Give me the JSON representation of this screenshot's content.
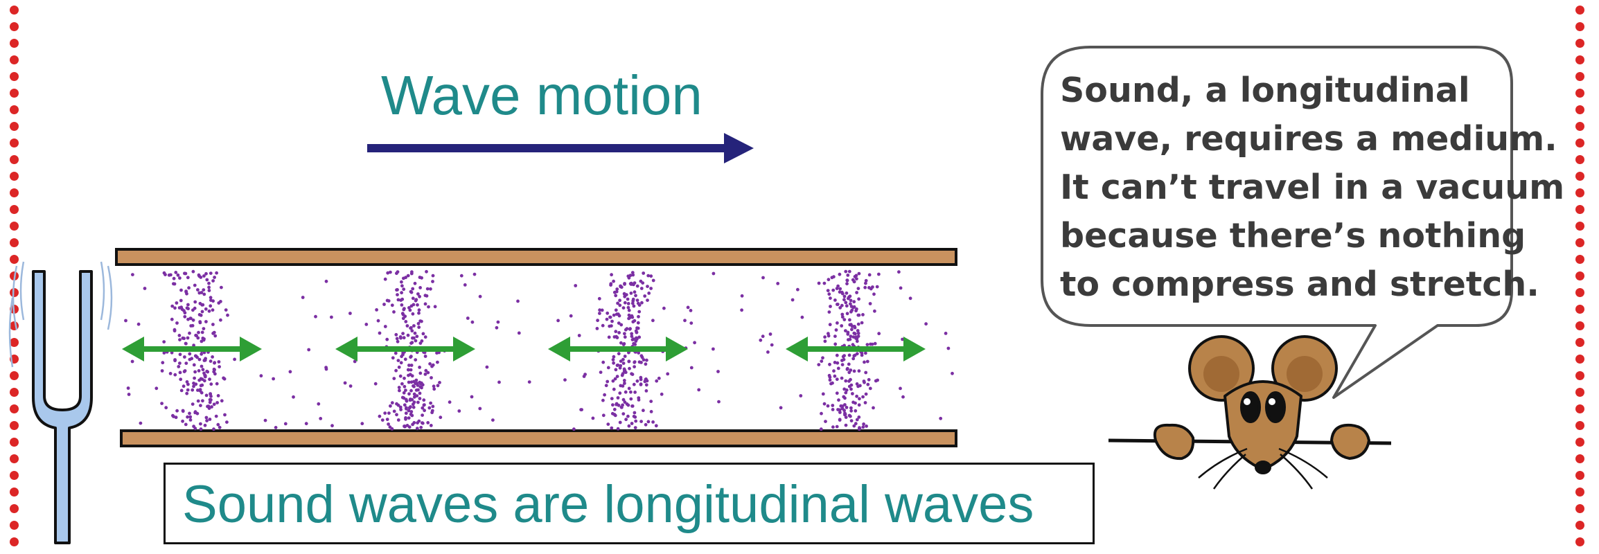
{
  "diagram": {
    "title": "Wave motion",
    "caption": "Sound waves are longitudinal waves",
    "speech_bubble": {
      "lines": [
        "Sound, a longitudinal",
        "wave, requires a medium.",
        "It can’t travel in a vacuum",
        "because there’s nothing",
        "to compress and stretch."
      ]
    },
    "compressions": 4
  },
  "colors": {
    "title_text": "#1f8a8a",
    "arrow": "#25237a",
    "tube": "#c9925f",
    "particles": "#7b2fa3",
    "oscillation_arrows": "#2e9e35",
    "fork": "#a9c8ec",
    "border_dots": "#dc2626"
  },
  "icons": [
    "tuning-fork-icon",
    "mouse-icon"
  ]
}
